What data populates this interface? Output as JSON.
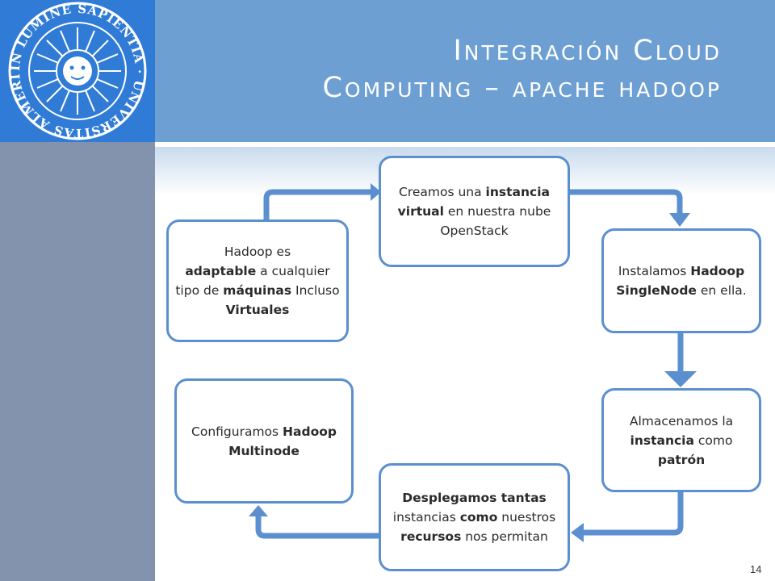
{
  "slide": {
    "title_line1": "Integración Cloud",
    "title_line2": "Computing – apache hadoop",
    "page_number": "14"
  },
  "logo": {
    "text": "IN LUMINE SAPIENTIA · UNIVERSITAS ALMERIENSIS"
  },
  "colors": {
    "logo_panel": "#2f7bd6",
    "header": "#6d9fd3",
    "sidebar": "#8392ad",
    "box_border": "#5b8fcf",
    "arrow": "#5b8fcf"
  },
  "flow": {
    "box1": {
      "t1": "Hadoop es",
      "t2": "adaptable",
      "t3": " a cualquier tipo de ",
      "t4": "máquinas",
      "t5": " Incluso ",
      "t6": "Virtuales"
    },
    "box2": {
      "t1": "Creamos una ",
      "t2": "instancia virtual",
      "t3": " en nuestra nube OpenStack"
    },
    "box3": {
      "t1": "Instalamos ",
      "t2": "Hadoop SingleNode",
      "t3": " en ella."
    },
    "box4": {
      "t1": "Almacenamos la ",
      "t2": "instancia",
      "t3": " como ",
      "t4": "patrón"
    },
    "box5": {
      "t1": "Desplegamos tantas",
      "t2": " instancias ",
      "t3": "como",
      "t4": " nuestros ",
      "t5": "recursos",
      "t6": " nos permitan"
    },
    "box6": {
      "t1": "Configuramos ",
      "t2": "Hadoop Multinode"
    }
  }
}
